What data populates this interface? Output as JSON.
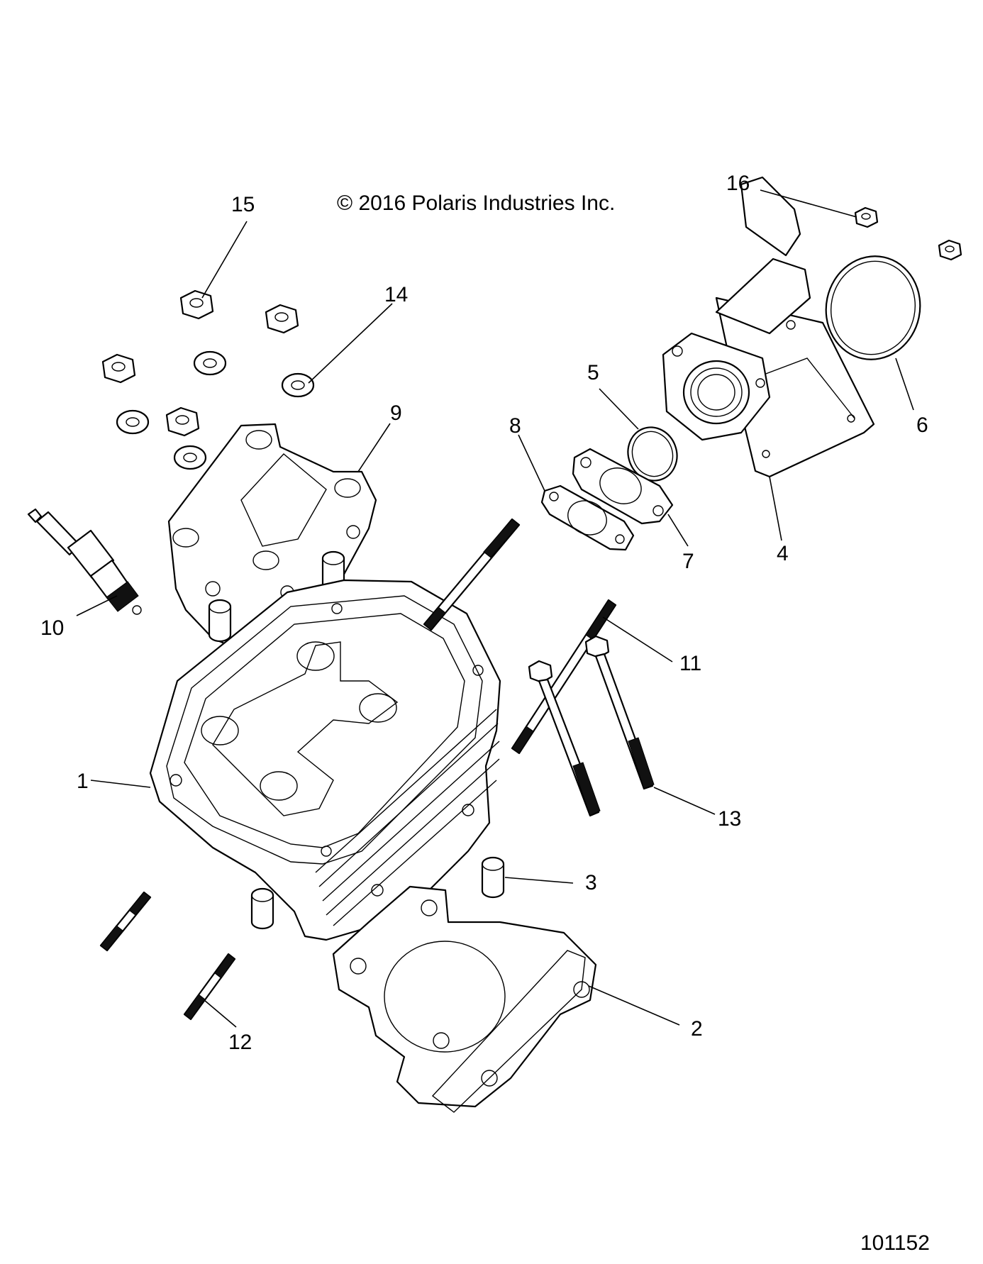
{
  "copyright": "© 2016 Polaris Industries Inc.",
  "document_number": "101152",
  "callouts": [
    "1",
    "2",
    "3",
    "4",
    "5",
    "6",
    "7",
    "8",
    "9",
    "10",
    "11",
    "12",
    "13",
    "14",
    "15",
    "16"
  ]
}
